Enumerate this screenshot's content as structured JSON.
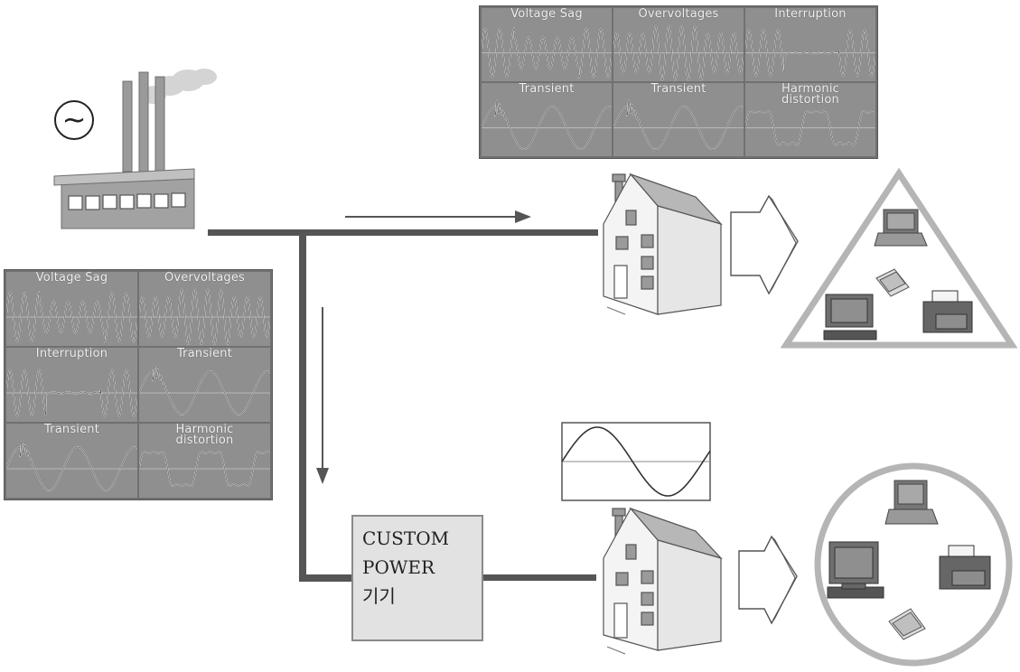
{
  "top_panel": {
    "cells": [
      {
        "label": "Voltage Sag",
        "type": "sag"
      },
      {
        "label": "Overvoltages",
        "type": "over"
      },
      {
        "label": "Interruption",
        "type": "interrupt"
      },
      {
        "label": "Transient",
        "type": "transient"
      },
      {
        "label": "Transient",
        "type": "transient"
      },
      {
        "label": "Harmonic\ndistortion",
        "type": "harmonic"
      }
    ]
  },
  "left_panel": {
    "cells": [
      {
        "label": "Voltage Sag",
        "type": "sag"
      },
      {
        "label": "Overvoltages",
        "type": "over"
      },
      {
        "label": "Interruption",
        "type": "interrupt"
      },
      {
        "label": "Transient",
        "type": "transient"
      },
      {
        "label": "Transient",
        "type": "transient"
      },
      {
        "label": "Harmonic\ndistortion",
        "type": "harmonic"
      }
    ]
  },
  "generator_symbol": "~",
  "custom_power": {
    "line1": "CUSTOM",
    "line2": "POWER",
    "line3": "기기"
  },
  "colors": {
    "line": "#555555",
    "panel": "#8f8f8f",
    "triangle": "#b5b5b5",
    "circle": "#b5b5b5"
  },
  "icons": [
    "factory-icon",
    "generator-icon",
    "house-icon",
    "arrow-icon",
    "laptop-icon",
    "desktop-icon",
    "printer-icon",
    "fax-icon",
    "sine-wave-icon"
  ]
}
